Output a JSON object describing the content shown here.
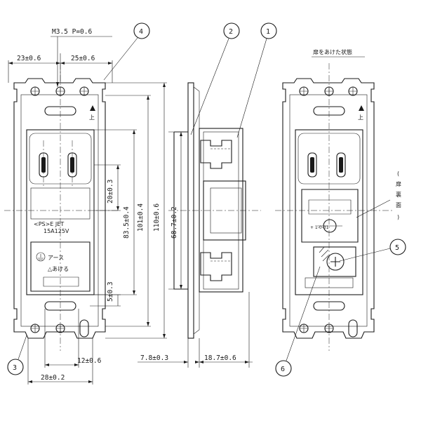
{
  "labels": {
    "screw_spec": "M3.5 P=0.6",
    "dim_23": "23±0.6",
    "dim_25": "25±0.6",
    "dim_20": "20±0.3",
    "dim_83": "83.5±0.4",
    "dim_101": "101±0.4",
    "dim_110": "110±0.6",
    "dim_68": "68.7±0.2",
    "dim_5": "5±0.3",
    "dim_12": "12±0.6",
    "dim_28": "28±0.2",
    "dim_78": "7.8±0.3",
    "dim_187": "18.7±0.6",
    "state_open": "扉をあけた状態",
    "up_left": "上",
    "up_right": "上",
    "door_back_open": "(",
    "door_back_1": "扉",
    "door_back_2": "裏",
    "door_back_3": "面",
    "door_back_close": ")",
    "plate_line1": "<PS>E JET",
    "plate_line2": "15A125V",
    "earth": "アース",
    "open_here": "△あける"
  },
  "callouts": [
    "1",
    "2",
    "3",
    "4",
    "5",
    "6"
  ]
}
